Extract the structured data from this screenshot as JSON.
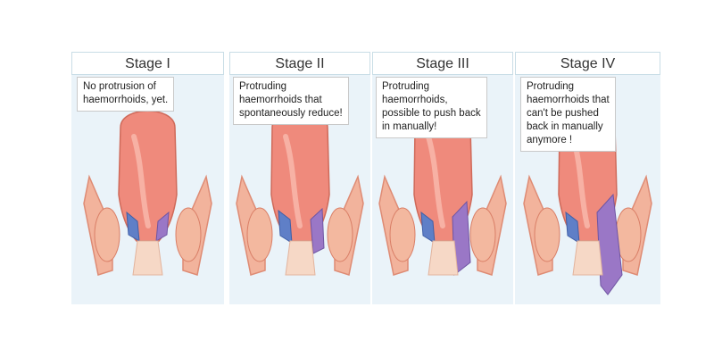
{
  "stages": [
    {
      "title": "Stage I",
      "text": "No protrusion of\nhaemorrhoids, yet."
    },
    {
      "title": "Stage II",
      "text": "Protruding\nhaemorrhoids that\nspontaneously reduce!"
    },
    {
      "title": "Stage III",
      "text": "Protruding\nhaemorrhoids,\npossible to push back\nin manually!"
    },
    {
      "title": "Stage IV",
      "text": "Protruding\nhaemorrhoids that\ncan't be pushed\nback in manually\nanymore !"
    }
  ],
  "colors": {
    "panel_bg": "#eaf3f9",
    "rectum": "#ef8a7c",
    "muscle": "#f2b39c",
    "muscle_stripe": "#de8b74",
    "vessel_blue": "#5f7fc7",
    "vessel_purple": "#9a77c6",
    "skin": "#f6d8c6",
    "border": "#c9dde6"
  }
}
